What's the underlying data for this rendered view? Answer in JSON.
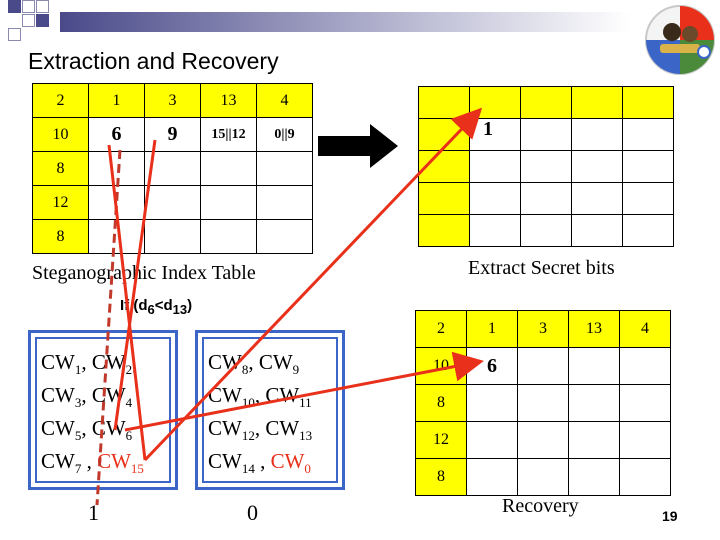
{
  "slide": {
    "title": "Extraction and Recovery",
    "page_number": "19"
  },
  "index_table": {
    "caption": "Steganographic Index Table",
    "row1": [
      "2",
      "1",
      "3",
      "13",
      "4"
    ],
    "row2": [
      "10",
      "6",
      "9",
      "15||12",
      "0||9"
    ],
    "col_rest": [
      "8",
      "12",
      "8"
    ]
  },
  "secret_grid": {
    "caption": "Extract Secret bits",
    "value": "1"
  },
  "condition": {
    "prefix": "If (d",
    "sub1": "6",
    "mid": "<d",
    "sub2": "13",
    "suffix": ")"
  },
  "codewords_left": {
    "lines": [
      [
        {
          "t": "CW",
          "s": "1"
        },
        {
          "t": ", CW",
          "s": "2"
        },
        {
          "t": ","
        }
      ],
      [
        {
          "t": "CW",
          "s": "3"
        },
        {
          "t": ", CW",
          "s": "4"
        }
      ],
      [
        {
          "t": "CW",
          "s": "5"
        },
        {
          "t": ", CW",
          "s": "6"
        }
      ],
      [
        {
          "t": "CW",
          "s": "7"
        },
        {
          "t": " , "
        },
        {
          "t": "CW",
          "s": "15",
          "red": true
        }
      ]
    ],
    "bit": "1"
  },
  "codewords_right": {
    "lines": [
      [
        {
          "t": "CW",
          "s": "8"
        },
        {
          "t": ", CW",
          "s": "9"
        }
      ],
      [
        {
          "t": "CW",
          "s": "10"
        },
        {
          "t": ", CW",
          "s": "11"
        }
      ],
      [
        {
          "t": "CW",
          "s": "12"
        },
        {
          "t": ", CW",
          "s": "13"
        }
      ],
      [
        {
          "t": "CW",
          "s": "14"
        },
        {
          "t": " , "
        },
        {
          "t": "CW",
          "s": "0",
          "red": true
        }
      ]
    ],
    "bit": "0"
  },
  "recovery_table": {
    "caption": "Recovery",
    "row1": [
      "2",
      "1",
      "3",
      "13",
      "4"
    ],
    "row2": [
      "10",
      "6"
    ],
    "col_rest": [
      "8",
      "12",
      "8"
    ]
  },
  "colors": {
    "yellow": "#ffff00",
    "arrow_red": "#e8301a",
    "box_blue": "#3b66c8",
    "accent_navy": "#4a4a8a"
  }
}
